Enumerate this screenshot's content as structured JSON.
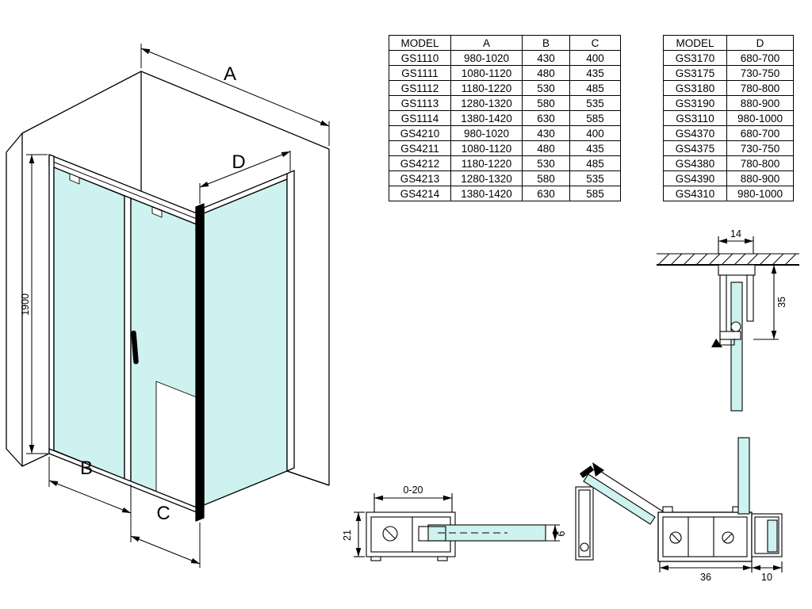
{
  "colors": {
    "glass": "#cdf2ef",
    "line": "#000000"
  },
  "diagram": {
    "dim_a": "A",
    "dim_b": "B",
    "dim_c": "C",
    "dim_d": "D",
    "height_label": "1900"
  },
  "details": {
    "top_profile": {
      "width": "14",
      "depth": "35"
    },
    "floor_profile": {
      "adjust_range": "0-20",
      "height": "21",
      "glass_thickness": "6"
    },
    "corner_profile": {
      "width": "36",
      "side_width": "10"
    }
  },
  "tables": {
    "models_abc": {
      "headers": [
        "MODEL",
        "A",
        "B",
        "C"
      ],
      "rows": [
        [
          "GS1110",
          "980-1020",
          "430",
          "400"
        ],
        [
          "GS1111",
          "1080-1120",
          "480",
          "435"
        ],
        [
          "GS1112",
          "1180-1220",
          "530",
          "485"
        ],
        [
          "GS1113",
          "1280-1320",
          "580",
          "535"
        ],
        [
          "GS1114",
          "1380-1420",
          "630",
          "585"
        ],
        [
          "GS4210",
          "980-1020",
          "430",
          "400"
        ],
        [
          "GS4211",
          "1080-1120",
          "480",
          "435"
        ],
        [
          "GS4212",
          "1180-1220",
          "530",
          "485"
        ],
        [
          "GS4213",
          "1280-1320",
          "580",
          "535"
        ],
        [
          "GS4214",
          "1380-1420",
          "630",
          "585"
        ]
      ]
    },
    "models_d": {
      "headers": [
        "MODEL",
        "D"
      ],
      "rows": [
        [
          "GS3170",
          "680-700"
        ],
        [
          "GS3175",
          "730-750"
        ],
        [
          "GS3180",
          "780-800"
        ],
        [
          "GS3190",
          "880-900"
        ],
        [
          "GS3110",
          "980-1000"
        ],
        [
          "GS4370",
          "680-700"
        ],
        [
          "GS4375",
          "730-750"
        ],
        [
          "GS4380",
          "780-800"
        ],
        [
          "GS4390",
          "880-900"
        ],
        [
          "GS4310",
          "980-1000"
        ]
      ]
    }
  }
}
